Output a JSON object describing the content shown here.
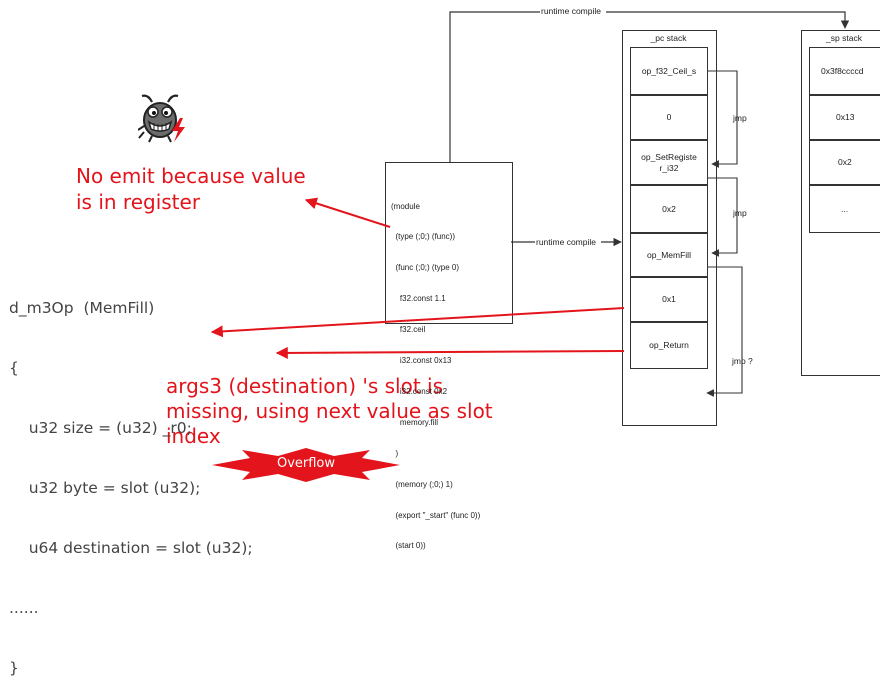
{
  "notes": {
    "register_line1": "No emit because value",
    "register_line2": "is in register",
    "missing_line1": "args3 (destination) 's slot is",
    "missing_line2": "missing, using next value as slot",
    "missing_line3": "index",
    "overflow": "Overflow"
  },
  "code": {
    "lines": [
      "d_m3Op  (MemFill)",
      "{",
      "    u32 size = (u32) _r0;",
      "    u32 byte = slot (u32);",
      "    u64 destination = slot (u32);",
      "......",
      "}"
    ]
  },
  "wat_module": {
    "lines": [
      "(module",
      "  (type (;0;) (func))",
      "  (func (;0;) (type 0)",
      "    f32.const 1.1",
      "    f32.ceil",
      "    i32.const 0x13",
      "    i32.const 0x2",
      "    memory.fill",
      "  )",
      "  (memory (;0;) 1)",
      "  (export \"_start\" (func 0))",
      "  (start 0))"
    ]
  },
  "labels": {
    "runtime_compile_top": "runtime compile",
    "runtime_compile_mid": "runtime compile",
    "jmp1": "jmp",
    "jmp2": "jmp",
    "jmp3": "jmp ?"
  },
  "pc_stack": {
    "title": "_pc stack",
    "cells": [
      "op_f32_Ceil_s",
      "0",
      "op_SetRegiste\nr_i32",
      "0x2",
      "op_MemFill",
      "0x1",
      "op_Return"
    ]
  },
  "sp_stack": {
    "title": "_sp stack",
    "cells": [
      "0x3f8ccccd",
      "0x13",
      "0x2",
      "..."
    ]
  },
  "colors": {
    "accent_red": "#e3141b",
    "line": "#333333"
  },
  "icons": [
    "bug-icon",
    "lightning-icon"
  ]
}
